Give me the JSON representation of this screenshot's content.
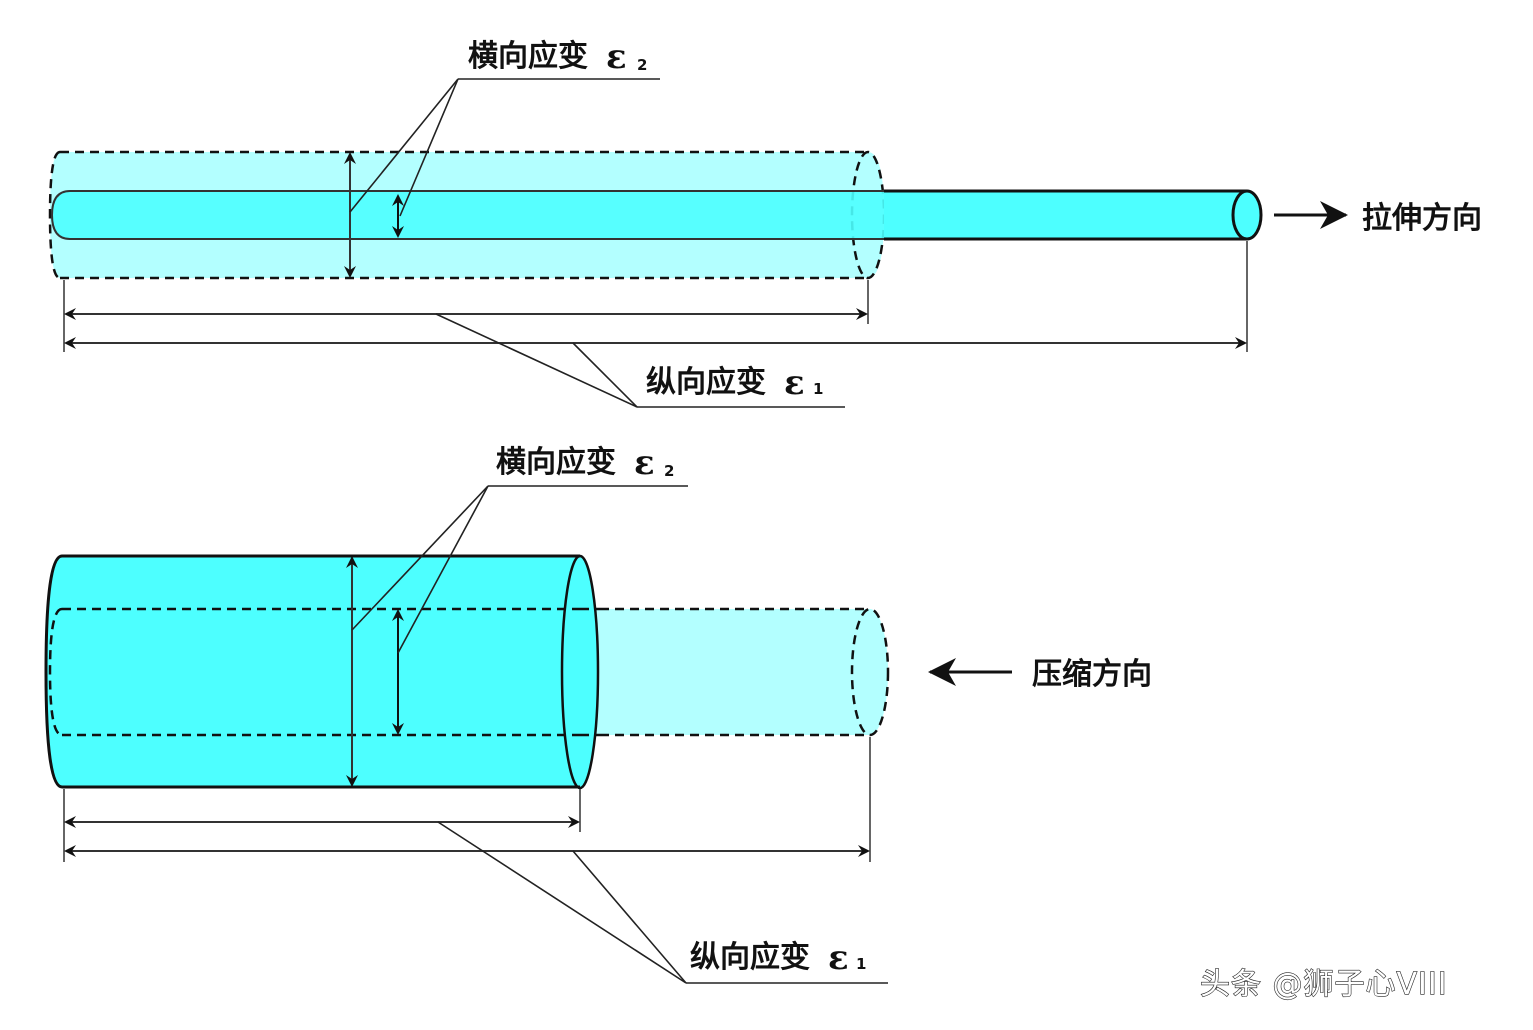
{
  "diagram": {
    "title": "Longitudinal and lateral strain under tension and compression",
    "colors": {
      "solid_fill": "#4dffff",
      "ghost_fill": "#b3ffff",
      "stroke": "#111111",
      "background": "#ffffff"
    },
    "tension_panel": {
      "lateral_strain_label": "横向应变",
      "lateral_strain_symbol": "ε",
      "lateral_strain_subscript": "2",
      "longitudinal_strain_label": "纵向应变",
      "longitudinal_strain_symbol": "ε",
      "longitudinal_strain_subscript": "1",
      "direction_label": "拉伸方向",
      "direction_arrow": "right-arrow"
    },
    "compression_panel": {
      "lateral_strain_label": "横向应变",
      "lateral_strain_symbol": "ε",
      "lateral_strain_subscript": "2",
      "longitudinal_strain_label": "纵向应变",
      "longitudinal_strain_symbol": "ε",
      "longitudinal_strain_subscript": "1",
      "direction_label": "压缩方向",
      "direction_arrow": "left-arrow"
    }
  },
  "watermark": "头条 @狮子心VIII"
}
